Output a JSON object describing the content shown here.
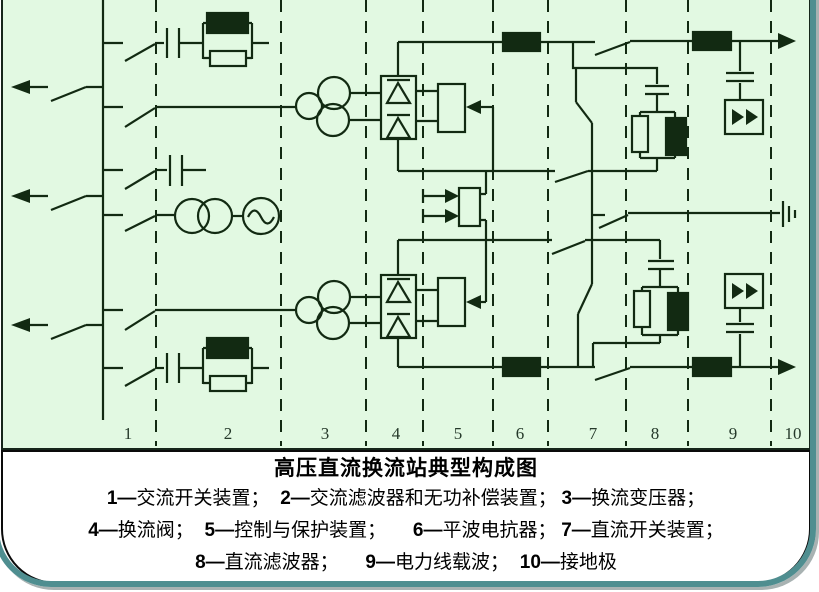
{
  "slide": {
    "title": "高压直流换流站典型构成图"
  },
  "diagram": {
    "column_labels": [
      "1",
      "2",
      "3",
      "4",
      "5",
      "6",
      "7",
      "8",
      "9",
      "10"
    ]
  },
  "legend": {
    "rows": [
      [
        {
          "n": "1—",
          "t": "交流开关装置；"
        },
        {
          "n": "2—",
          "t": "交流滤波器和无功补偿装置；"
        },
        {
          "n": "3—",
          "t": "换流变压器；"
        }
      ],
      [
        {
          "n": "4—",
          "t": "换流阀；"
        },
        {
          "n": "5—",
          "t": "控制与保护装置；"
        },
        {
          "n": "6—",
          "t": "平波电抗器；"
        },
        {
          "n": "7—",
          "t": "直流开关装置；"
        }
      ],
      [
        {
          "n": "8—",
          "t": "直流滤波器；"
        },
        {
          "n": "9—",
          "t": "电力线载波；"
        },
        {
          "n": "10—",
          "t": "接地极"
        }
      ]
    ]
  },
  "colors": {
    "diagram_background": "#e2f9e2",
    "line": "#122a12",
    "frame_border": "#4f8e90",
    "caption_background": "#ffffff",
    "caption_text": "#000000"
  }
}
